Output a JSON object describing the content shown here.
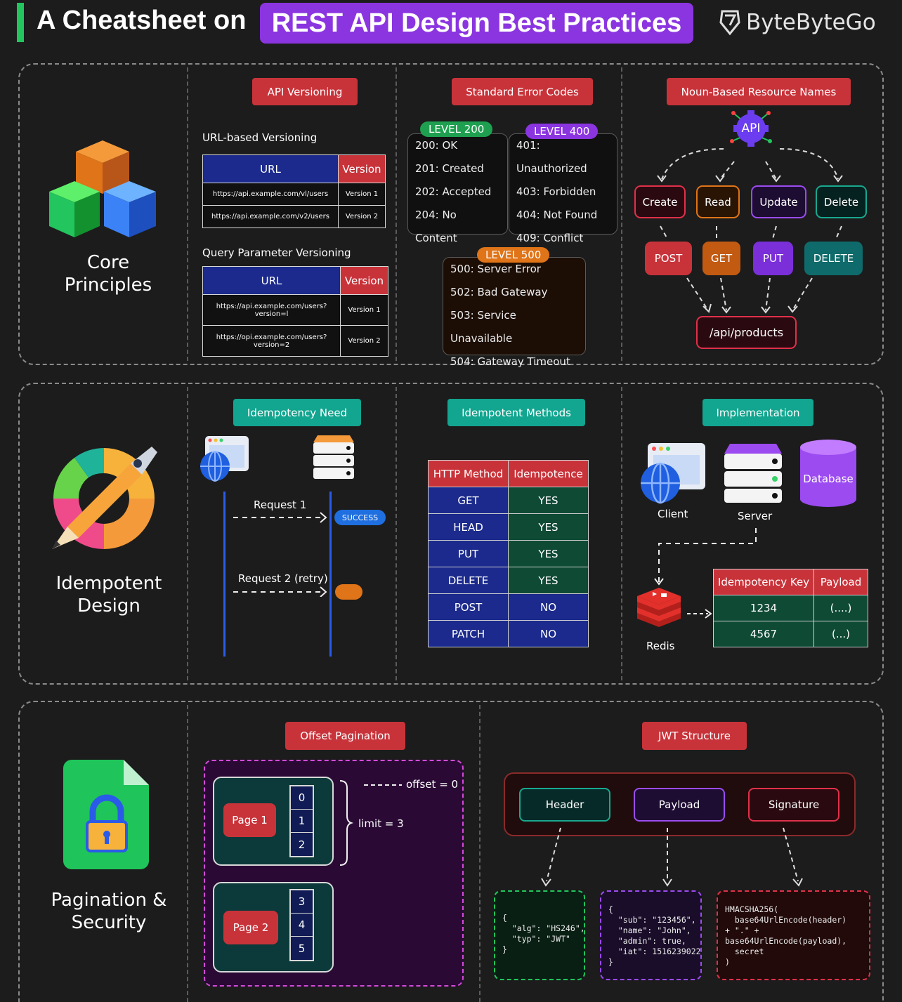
{
  "header": {
    "title_plain": "A Cheatsheet on",
    "title_highlight": "REST API Design Best Practices",
    "brand": "ByteByteGo",
    "brand_icon": "bytebytego-logo-icon",
    "accent_color": "#8b35e0",
    "bar_color": "#22c55e"
  },
  "core": {
    "section_title": "Core Principles",
    "icon": "cubes-icon",
    "versioning": {
      "badge": "API Versioning",
      "url_heading": "URL-based Versioning",
      "url_table": {
        "headers": [
          "URL",
          "Version"
        ],
        "rows": [
          [
            "https://api.example.com/vl/users",
            "Version 1"
          ],
          [
            "https://api.example.com/v2/users",
            "Version 2"
          ]
        ]
      },
      "query_heading": "Query Parameter Versioning",
      "query_table": {
        "headers": [
          "URL",
          "Version"
        ],
        "rows": [
          [
            "https://api.example.com/users?version=l",
            "Version 1"
          ],
          [
            "https://opi.example.com/users?version=2",
            "Version 2"
          ]
        ]
      }
    },
    "errors": {
      "badge": "Standard Error Codes",
      "level200": {
        "label": "LEVEL 200",
        "codes": [
          "200: OK",
          "201: Created",
          "202: Accepted",
          "204: No Content"
        ]
      },
      "level400": {
        "label": "LEVEL 400",
        "codes": [
          "401: Unauthorized",
          "403: Forbidden",
          "404: Not Found",
          "409: Conflict"
        ]
      },
      "level500": {
        "label": "LEVEL 500",
        "codes": [
          "500: Server Error",
          "502: Bad Gateway",
          "503: Service Unavailable",
          "504: Gateway Timeout"
        ]
      }
    },
    "resources": {
      "badge": "Noun-Based Resource Names",
      "api_label": "API",
      "crud": [
        "Create",
        "Read",
        "Update",
        "Delete"
      ],
      "verbs": [
        "POST",
        "GET",
        "PUT",
        "DELETE"
      ],
      "endpoint": "/api/products"
    }
  },
  "idempotent": {
    "section_title": "Idempotent Design",
    "icon": "pen-palette-icon",
    "need": {
      "badge": "Idempotency Need",
      "request1": "Request 1",
      "request2": "Request 2 (retry)",
      "success": "SUCCESS"
    },
    "methods": {
      "badge": "Idempotent Methods",
      "headers": [
        "HTTP Method",
        "Idempotence"
      ],
      "rows": [
        [
          "GET",
          "YES"
        ],
        [
          "HEAD",
          "YES"
        ],
        [
          "PUT",
          "YES"
        ],
        [
          "DELETE",
          "YES"
        ],
        [
          "POST",
          "NO"
        ],
        [
          "PATCH",
          "NO"
        ]
      ]
    },
    "impl": {
      "badge": "Implementation",
      "client": "Client",
      "server": "Server",
      "database": "Database",
      "redis": "Redis",
      "headers": [
        "Idempotency Key",
        "Payload"
      ],
      "rows": [
        [
          "1234",
          "(....)"
        ],
        [
          "4567",
          "(...)"
        ]
      ]
    }
  },
  "pagination": {
    "section_title": "Pagination & Security",
    "icon": "locked-file-icon",
    "offset": {
      "badge": "Offset Pagination",
      "offset_label": "offset = 0",
      "limit_label": "limit = 3",
      "pages": [
        {
          "label": "Page 1",
          "items": [
            "0",
            "1",
            "2"
          ]
        },
        {
          "label": "Page 2",
          "items": [
            "3",
            "4",
            "5"
          ]
        }
      ]
    },
    "jwt": {
      "badge": "JWT Structure",
      "parts": [
        "Header",
        "Payload",
        "Signature"
      ],
      "header_json": "{\n  \"alg\": \"HS246\",\n  \"typ\": \"JWT\"\n}",
      "payload_json": "{\n  \"sub\": \"123456\",\n  \"name\": \"John\",\n  \"admin\": true,\n  \"iat\": 1516239022\n}",
      "signature": "HMACSHA256(\n  base64UrlEncode(header)\n+ \".\" +\nbase64UrlEncode(payload),\n  secret\n)"
    }
  }
}
